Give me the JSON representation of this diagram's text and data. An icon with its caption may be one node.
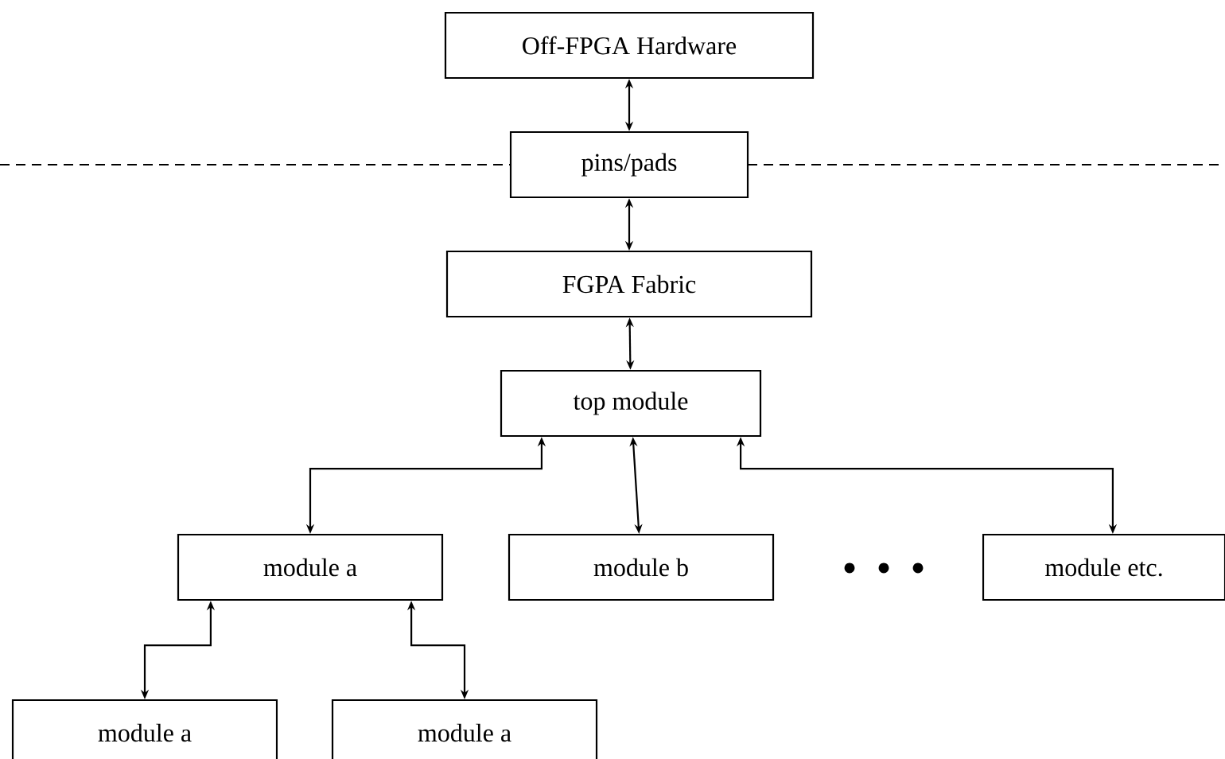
{
  "diagram": {
    "nodes": [
      {
        "text": [
          "Off-FPGA Hardware"
        ]
      },
      {
        "text": [
          "pins/pads"
        ]
      },
      {
        "text": [
          "FGPA Fabric"
        ]
      },
      {
        "text": [
          "top module"
        ]
      },
      {
        "text": [
          "module a"
        ]
      },
      {
        "text": [
          "module b"
        ]
      },
      {
        "text": [
          "module etc."
        ]
      },
      {
        "text": [
          "module a"
        ]
      },
      {
        "text": [
          "module a"
        ]
      }
    ],
    "edges": [
      {
        "from": 0,
        "to": 1,
        "arrow": "both"
      },
      {
        "from": 1,
        "to": 2,
        "arrow": "both"
      },
      {
        "from": 2,
        "to": 3,
        "arrow": "both"
      },
      {
        "from": 3,
        "to": 4,
        "arrow": "both"
      },
      {
        "from": 3,
        "to": 5,
        "arrow": "both"
      },
      {
        "from": 3,
        "to": 6,
        "arrow": "both"
      },
      {
        "from": 4,
        "to": 7,
        "arrow": "both"
      },
      {
        "from": 4,
        "to": 8,
        "arrow": "both"
      }
    ]
  }
}
